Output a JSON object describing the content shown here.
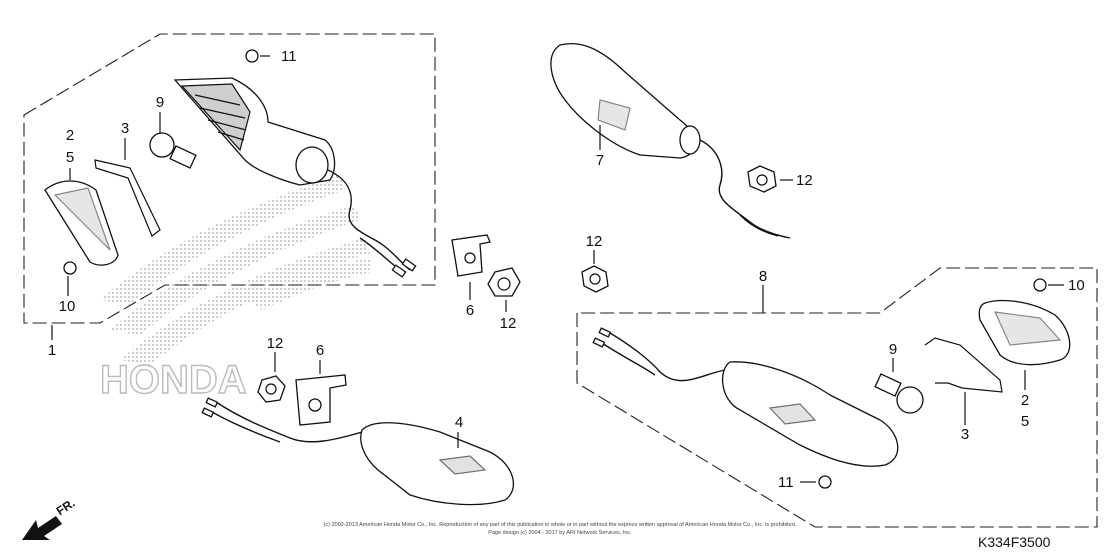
{
  "callouts": {
    "c1": "1",
    "c2a": "2",
    "c5a": "5",
    "c3a": "3",
    "c9a": "9",
    "c11a": "11",
    "c10a": "10",
    "c6a": "6",
    "c12a": "12",
    "c12b": "12",
    "c6b": "6",
    "c4": "4",
    "c7": "7",
    "c12c": "12",
    "c12d": "12",
    "c8": "8",
    "c10b": "10",
    "c9b": "9",
    "c3b": "3",
    "c2b": "2",
    "c5b": "5",
    "c11b": "11"
  },
  "watermark": "HONDA",
  "direction_label": "FR.",
  "diagram_code": "K334F3500",
  "copyright": {
    "line1": "(c) 2002-2013 American Honda Motor Co., Inc. Reproduction of any part of this publication in whole or in part without the express written approval of American Honda Motor Co., Inc. is prohibited.",
    "line2": "Page design (c) 2004 - 2017 by ARI Network Services, Inc."
  }
}
